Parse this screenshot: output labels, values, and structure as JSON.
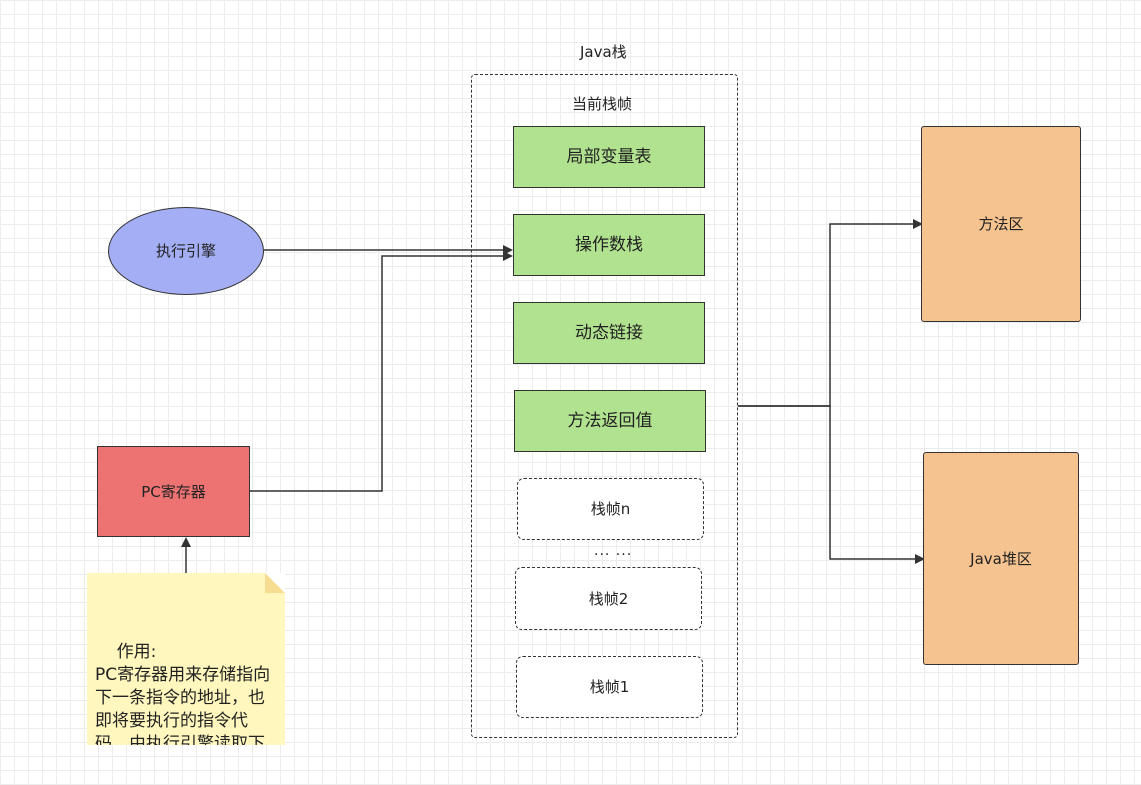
{
  "diagram": {
    "title": "Java栈",
    "current_frame_label": "当前栈帧",
    "frame_parts": [
      "局部变量表",
      "操作数栈",
      "动态链接",
      "方法返回值"
    ],
    "frames": [
      "栈帧n",
      "... ...",
      "栈帧2",
      "栈帧1"
    ],
    "execution_engine": "执行引擎",
    "pc_register": "PC寄存器",
    "method_area": "方法区",
    "java_heap": "Java堆区",
    "note_text": "作用:\nPC寄存器用来存储指向下一条指令的地址，也即将要执行的指令代码。由执行引擎读取下一条指令。"
  },
  "colors": {
    "frame_part": "#b1e28f",
    "execution_engine": "#a4aef4",
    "pc_register": "#ed7372",
    "method_area": "#f5c38f",
    "java_heap": "#f5c38f",
    "note": "#fff7bd"
  }
}
